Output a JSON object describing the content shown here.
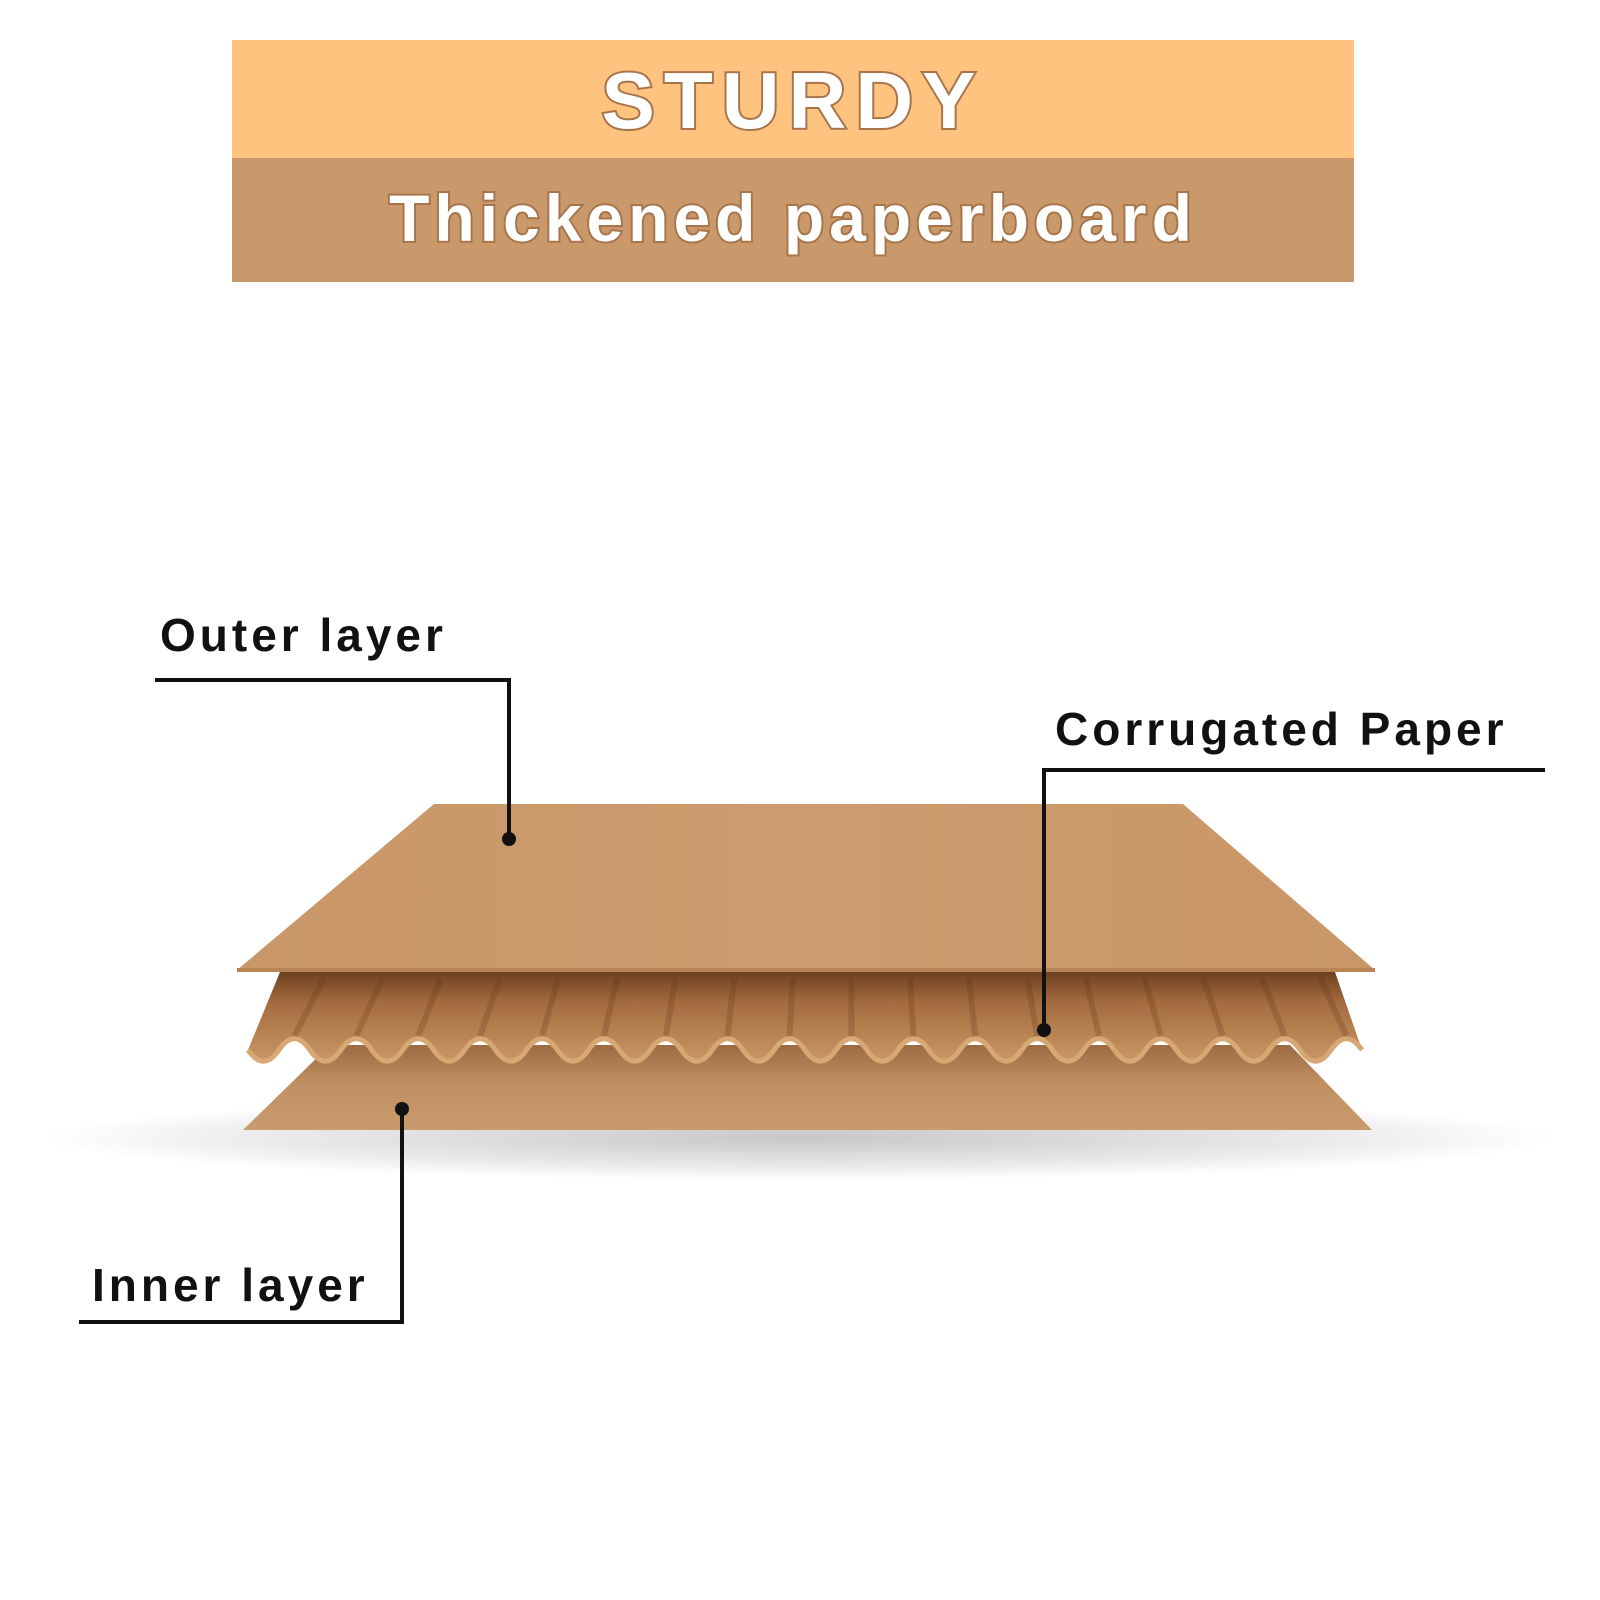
{
  "header": {
    "title": "STURDY",
    "subtitle": "Thickened paperboard"
  },
  "callouts": {
    "outer": "Outer layer",
    "corrugated": "Corrugated Paper",
    "inner": "Inner layer"
  },
  "colors": {
    "banner_top": "#ffc380",
    "banner_bottom": "#c9996c",
    "text_outline": "#a8754b",
    "board_top": "#c9996c",
    "board_flute": "#c49060",
    "board_flute_dark": "#6e4022",
    "leader_line": "#111111"
  }
}
